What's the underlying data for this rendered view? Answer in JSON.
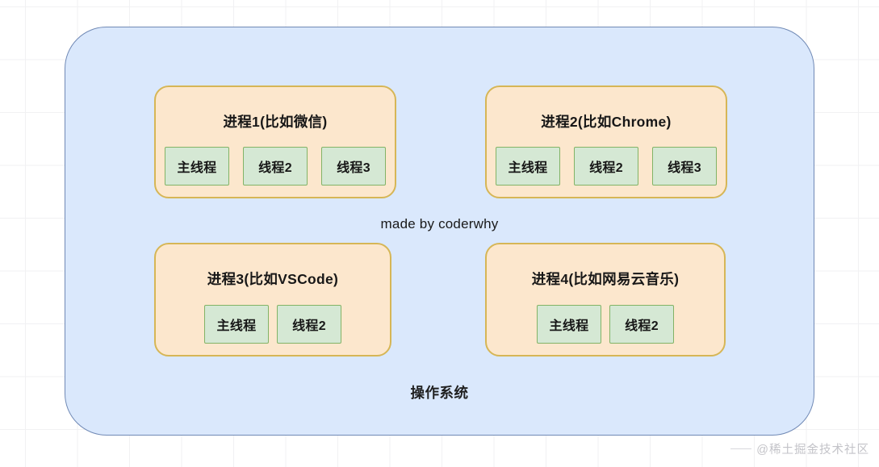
{
  "diagram": {
    "os_container": {
      "label": "操作系统",
      "fill_color": "#dae8fc",
      "border_color": "#7089b5"
    },
    "credit_note": "made by coderwhy",
    "process_fill_color": "#fce7cd",
    "process_border_color": "#d6b656",
    "thread_fill_color": "#d5e8d4",
    "thread_border_color": "#82b366",
    "processes": [
      {
        "title": "进程1(比如微信)",
        "threads": [
          "主线程",
          "线程2",
          "线程3"
        ]
      },
      {
        "title": "进程2(比如Chrome)",
        "threads": [
          "主线程",
          "线程2",
          "线程3"
        ]
      },
      {
        "title": "进程3(比如VSCode)",
        "threads": [
          "主线程",
          "线程2"
        ]
      },
      {
        "title": "进程4(比如网易云音乐)",
        "threads": [
          "主线程",
          "线程2"
        ]
      }
    ]
  },
  "watermark": {
    "text": "@稀土掘金技术社区"
  }
}
